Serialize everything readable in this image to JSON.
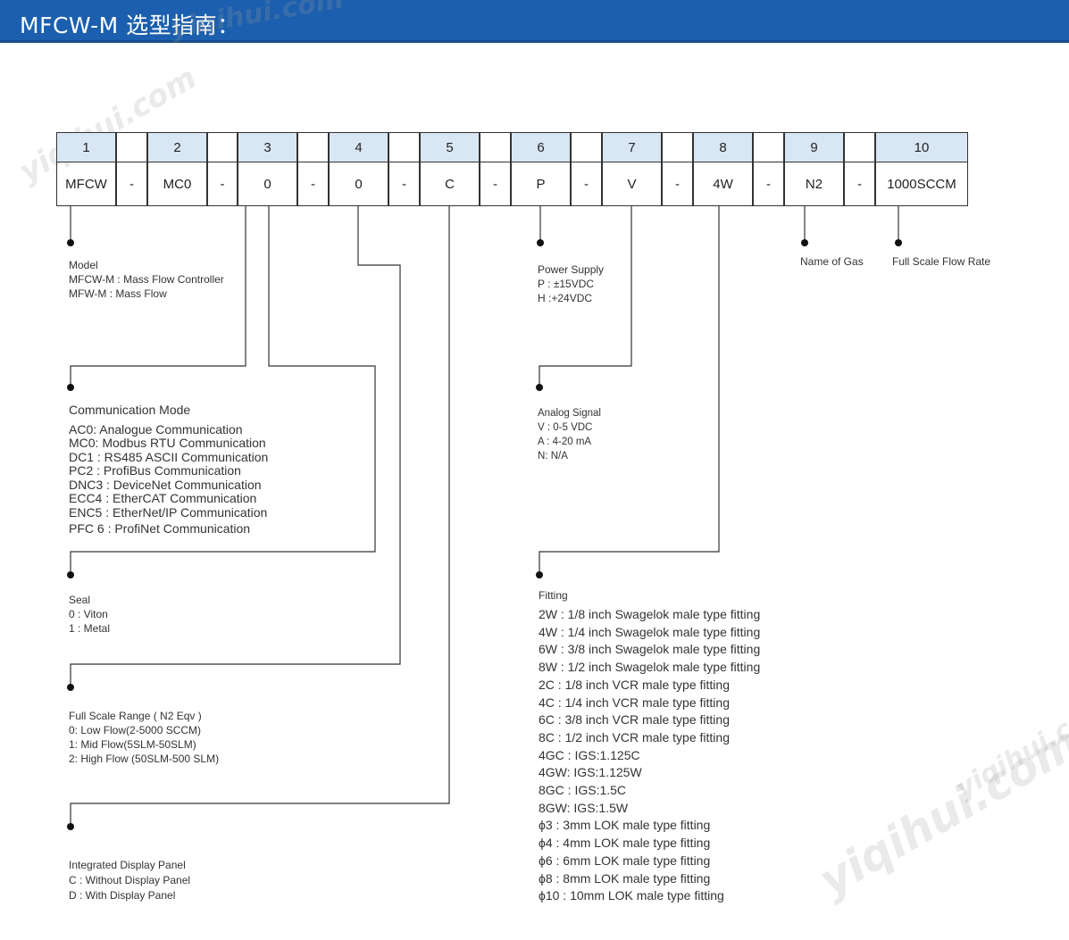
{
  "header": {
    "title": "MFCW-M 选型指南："
  },
  "watermark": "yiqihui.com",
  "code_table": {
    "positions": [
      "1",
      "2",
      "3",
      "4",
      "5",
      "6",
      "7",
      "8",
      "9",
      "10"
    ],
    "values": [
      "MFCW",
      "MC0",
      "0",
      "0",
      "C",
      "P",
      "V",
      "4W",
      "N2",
      "1000SCCM"
    ],
    "separator": "-"
  },
  "model": {
    "heading": "Model",
    "items": [
      "MFCW-M : Mass Flow Controller",
      "MFW-M : Mass Flow"
    ]
  },
  "communication": {
    "heading": "Communication Mode",
    "items": [
      "AC0:  Analogue Communication",
      "MC0:  Modbus RTU Communication",
      "DC1 :  RS485 ASCII Communication",
      "PC2 :  ProfiBus Communication",
      "DNC3 : DeviceNet Communication",
      "ECC4 : EtherCAT Communication",
      "ENC5 : EtherNet/IP Communication",
      "PFC 6 : ProfiNet Communication"
    ]
  },
  "seal": {
    "heading": "Seal",
    "items": [
      "0 : Viton",
      "1 : Metal"
    ]
  },
  "range": {
    "heading": "Full Scale Range ( N2 Eqv )",
    "items": [
      "0:  Low Flow(2-5000 SCCM)",
      "1:  Mid   Flow(5SLM-50SLM)",
      "2:  High Flow (50SLM-500 SLM)"
    ]
  },
  "display": {
    "heading": "Integrated Display Panel",
    "items": [
      "C  :  Without Display Panel",
      "D  :  With Display Panel"
    ]
  },
  "power": {
    "heading": "Power Supply",
    "items": [
      "P : ±15VDC",
      "H :+24VDC"
    ]
  },
  "analog": {
    "heading": "Analog Signal",
    "items": [
      "V : 0-5 VDC",
      "A : 4-20 mA",
      "N: N/A"
    ]
  },
  "fitting": {
    "heading": "Fitting",
    "items": [
      "2W : 1/8 inch Swagelok male type fitting",
      "4W : 1/4 inch Swagelok male type fitting",
      "6W : 3/8 inch Swagelok male type fitting",
      "8W : 1/2 inch Swagelok male type fitting",
      "2C  : 1/8 inch VCR male type fitting",
      "4C  : 1/4 inch VCR male type fitting",
      "6C  : 3/8 inch VCR male type fitting",
      "8C  : 1/2 inch VCR male type fitting",
      "4GC : IGS:1.125C",
      "4GW: IGS:1.125W",
      "8GC : IGS:1.5C",
      "8GW: IGS:1.5W",
      "ϕ3  :   3mm LOK male type fitting",
      "ϕ4  :   4mm LOK male type fitting",
      "ϕ6  :   6mm LOK male type fitting",
      "ϕ8  :   8mm LOK male type fitting",
      "ϕ10 :  10mm LOK male type fitting"
    ]
  },
  "gas": {
    "heading": "Name of Gas"
  },
  "flow_rate": {
    "heading": "Full Scale Flow Rate"
  },
  "colors": {
    "header_bg": "#1b5fae",
    "number_cell_bg": "#d9e6f4",
    "line": "#333333"
  }
}
